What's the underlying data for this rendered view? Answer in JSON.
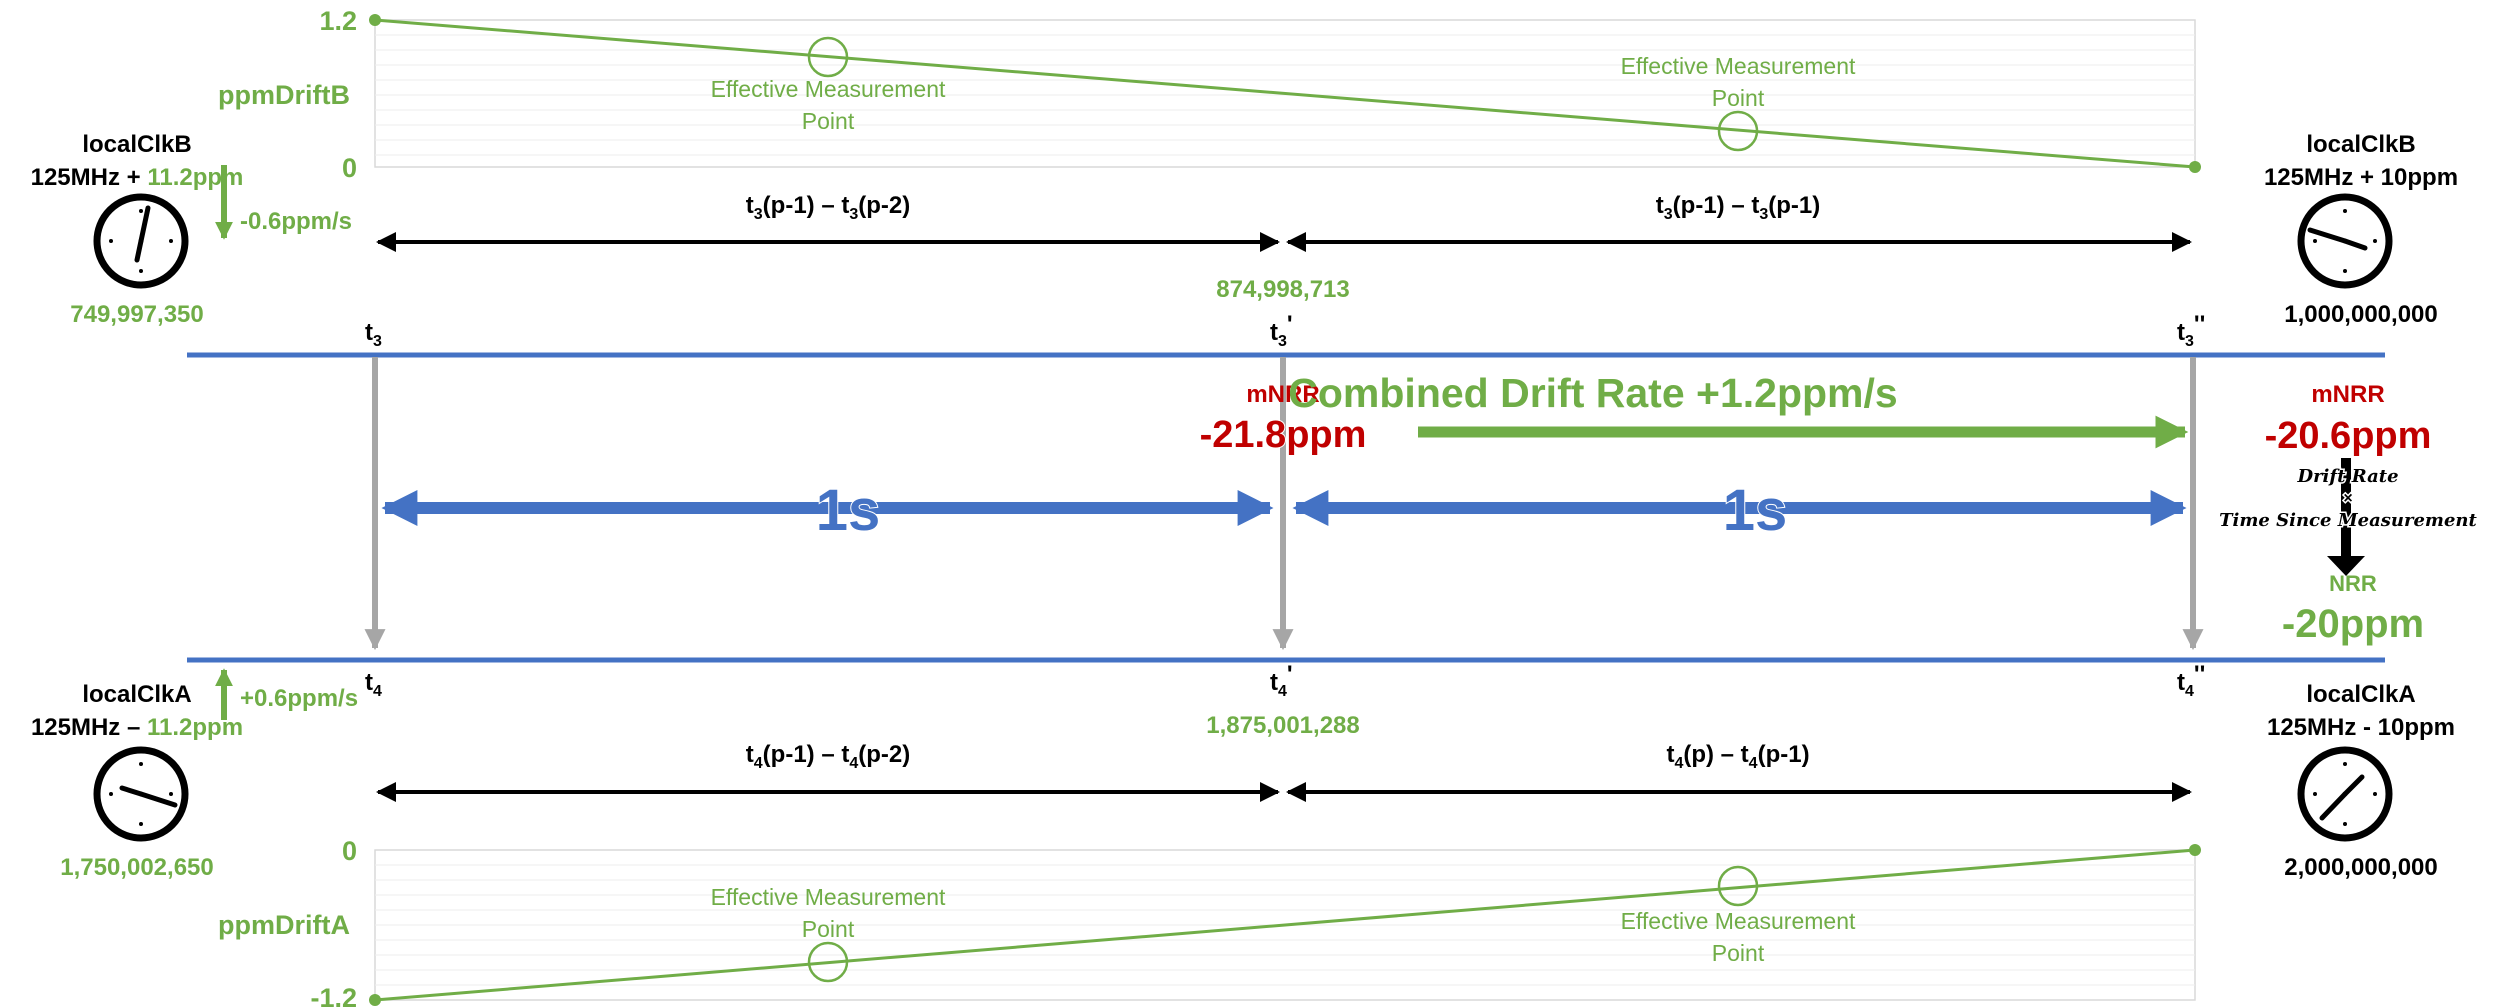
{
  "colors": {
    "green": "#70ad47",
    "blue": "#4472c4",
    "red": "#c00000",
    "gray": "#a6a6a6",
    "black": "#000000"
  },
  "top_chart": {
    "label": "ppmDriftB",
    "y_top": "1.2",
    "y_bottom": "0",
    "point_label_line1": "Effective Measurement",
    "point_label_line2": "Point"
  },
  "bottom_chart": {
    "label": "ppmDriftA",
    "y_top": "0",
    "y_bottom": "-1.2",
    "point_label_line1": "Effective Measurement",
    "point_label_line2": "Point"
  },
  "clock_b_left": {
    "name": "localClkB",
    "freq_prefix": "125MHz + ",
    "freq_offset": "11.2ppm",
    "drift": "-0.6ppm/s",
    "count": "749,997,350",
    "icon": "clock-icon"
  },
  "clock_b_right": {
    "name": "localClkB",
    "freq": "125MHz + 10ppm",
    "count": "1,000,000,000",
    "icon": "clock-icon"
  },
  "clock_a_left": {
    "name": "localClkA",
    "freq_prefix": "125MHz – ",
    "freq_offset": "11.2ppm",
    "drift": "+0.6ppm/s",
    "count": "1,750,002,650",
    "icon": "clock-icon"
  },
  "clock_a_right": {
    "name": "localClkA",
    "freq": "125MHz - 10ppm",
    "count": "2,000,000,000",
    "icon": "clock-icon"
  },
  "intervals": {
    "top_left": {
      "a": "t",
      "a_sub": "3",
      "b": "(p-1) – t",
      "b_sub": "3",
      "c": "(p-2)"
    },
    "top_right": {
      "a": "t",
      "a_sub": "3",
      "b": "(p-1) – t",
      "b_sub": "3",
      "c": "(p-1)"
    },
    "bottom_left": {
      "a": "t",
      "a_sub": "4",
      "b": "(p-1) – t",
      "b_sub": "4",
      "c": "(p-2)"
    },
    "bottom_right": {
      "a": "t",
      "a_sub": "4",
      "b": "(p) – t",
      "b_sub": "4",
      "c": "(p-1)"
    }
  },
  "mid_counts": {
    "top": "874,998,713",
    "bottom": "1,875,001,288"
  },
  "timestamps": {
    "t3": {
      "base": "t",
      "sub": "3",
      "prime": ""
    },
    "t3p": {
      "base": "t",
      "sub": "3",
      "prime": "'"
    },
    "t3pp": {
      "base": "t",
      "sub": "3",
      "prime": "''"
    },
    "t4": {
      "base": "t",
      "sub": "4",
      "prime": ""
    },
    "t4p": {
      "base": "t",
      "sub": "4",
      "prime": "'"
    },
    "t4pp": {
      "base": "t",
      "sub": "4",
      "prime": "''"
    }
  },
  "mnrr_left": {
    "label": "mNRR",
    "value": "-21.8ppm"
  },
  "mnrr_right": {
    "label": "mNRR",
    "value": "-20.6ppm"
  },
  "combined_drift": "Combined Drift Rate +1.2ppm/s",
  "one_second_left": "1s",
  "one_second_right": "1s",
  "formula": {
    "line1": "Drift Rate",
    "times": "×",
    "line2": "Time Since Measurement"
  },
  "nrr": {
    "label": "NRR",
    "value": "-20ppm"
  }
}
